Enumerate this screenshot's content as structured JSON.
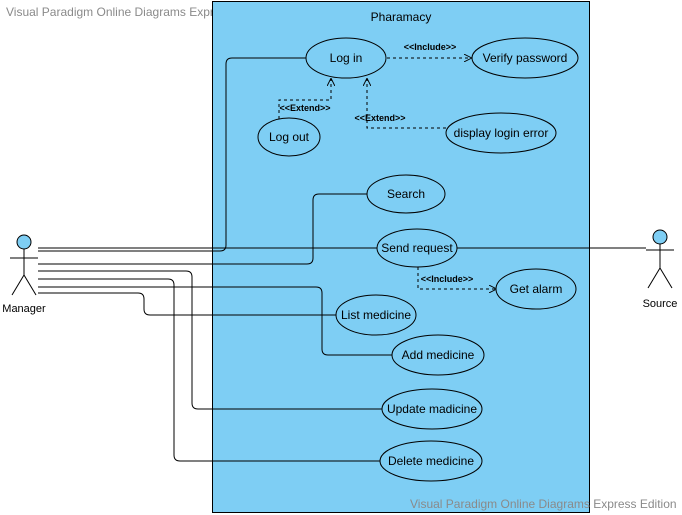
{
  "watermarks": {
    "top": "Visual Paradigm Online Diagrams Express Edition",
    "bottom": "Visual Paradigm Online Diagrams Express Edition"
  },
  "system": {
    "title": "Pharamacy"
  },
  "actors": {
    "manager": "Manager",
    "source": "Source"
  },
  "use_cases": {
    "login": "Log in",
    "verify": "Verify password",
    "logout": "Log out",
    "login_error": "display login error",
    "search": "Search",
    "send_request": "Send request",
    "get_alarm": "Get alarm",
    "list": "List medicine",
    "add": "Add medicine",
    "update": "Update madicine",
    "delete": "Delete medicine"
  },
  "relations": {
    "include_verify": "<<Include>>",
    "extend_logout": "<<Extend>>",
    "extend_error": "<<Extend>>",
    "include_alarm": "<<Include>>"
  },
  "colors": {
    "fill": "#7ecef4",
    "stroke": "#000000"
  }
}
